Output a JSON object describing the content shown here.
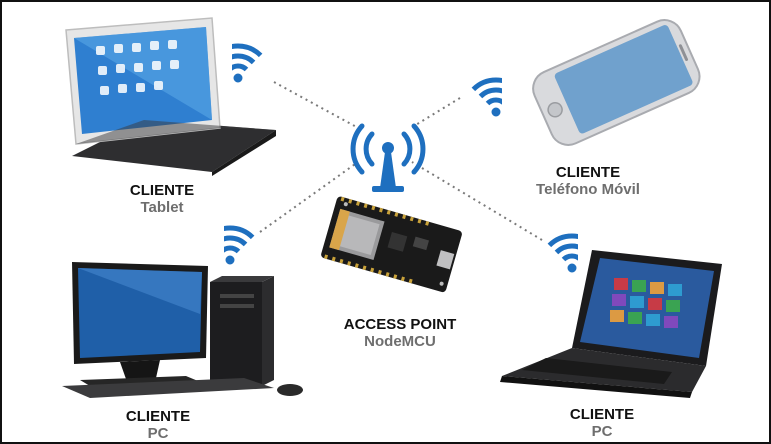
{
  "nodes": {
    "tablet": {
      "role": "CLIENTE",
      "kind": "Tablet",
      "icon": "tablet-icon"
    },
    "phone": {
      "role": "CLIENTE",
      "kind": "Teléfono Móvil",
      "icon": "smartphone-icon"
    },
    "desktop": {
      "role": "CLIENTE",
      "kind": "PC",
      "icon": "desktop-pc-icon"
    },
    "laptop": {
      "role": "CLIENTE",
      "kind": "PC",
      "icon": "laptop-icon"
    },
    "ap": {
      "role": "ACCESS POINT",
      "kind": "NodeMCU",
      "icon": "nodemcu-board-icon"
    }
  },
  "colors": {
    "wifi": "#1e6fbf",
    "link": "#7a7a7a",
    "role_text": "#111111",
    "kind_text": "#6e6e6e"
  }
}
